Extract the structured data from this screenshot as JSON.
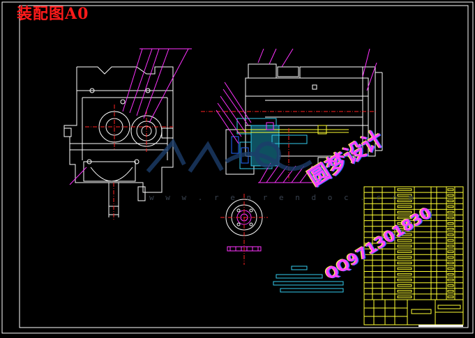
{
  "drawing": {
    "title": "装配图A0"
  },
  "watermark": {
    "url_text": "w w w . r e n r e n d o c . c o m"
  },
  "stamp": {
    "main_text": "圆梦设计",
    "phone_text": "QQ971301830"
  },
  "colors": {
    "background": "#000000",
    "frame": "#ffffff",
    "outline": "#ffffff",
    "leaders": "#ff33ff",
    "centerline": "#ff2222",
    "blue": "#2266ff",
    "cyan": "#33ccee",
    "yellow": "#ffff33",
    "title_text": "#ff1a1a"
  }
}
